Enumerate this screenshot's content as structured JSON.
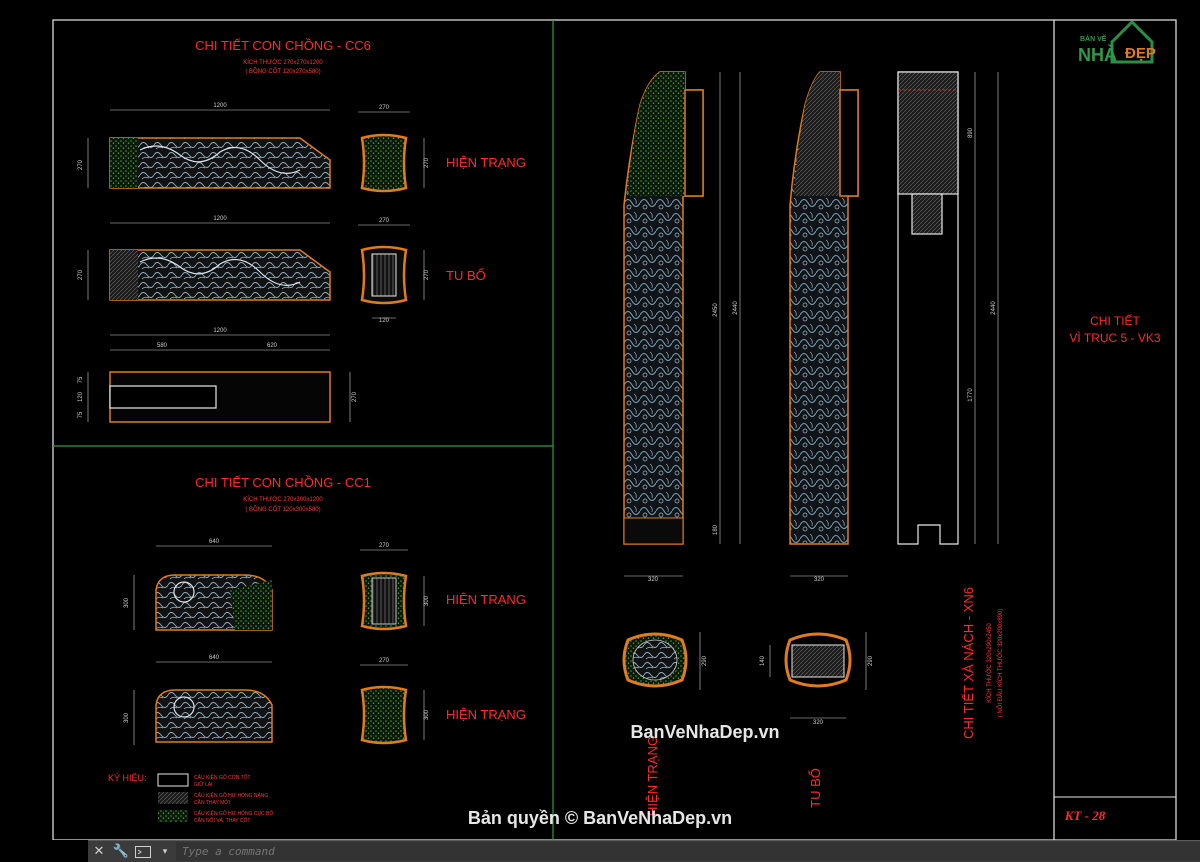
{
  "sheet_code": "KT - 28",
  "title_block": {
    "line1": "CHI TIẾT",
    "line2": "VÌ TRỤC 5 - VK3"
  },
  "logo": {
    "small": "BẢN VẼ",
    "main": "NHÀ",
    "suffix": "ĐẸP"
  },
  "cc6": {
    "title": "CHI TIẾT CON CHỒNG - CC6",
    "sub1": "KÍCH THƯỚC 270x270x1200",
    "sub2": "( BỒNG CỐT 120x270x580)",
    "label_current": "HIỆN TRẠNG",
    "label_restore": "TU BỔ",
    "dim_1200": "1200",
    "dim_270": "270",
    "dim_120": "120",
    "dim_580": "580",
    "dim_620": "620",
    "dim_75": "75"
  },
  "cc1": {
    "title": "CHI TIẾT CON CHỒNG - CC1",
    "sub1": "KÍCH THƯỚC 270x300x1200",
    "sub2": "( BỒNG CỐT 120x300x580)",
    "label_current_1": "HIỆN TRẠNG",
    "label_current_2": "HIỆN TRẠNG",
    "dim_top": "640",
    "dim_270": "270",
    "dim_300": "300"
  },
  "legend": {
    "title": "KÝ HIỆU:",
    "items": [
      {
        "line1": "CẤU KIỆN GỖ CÒN TỐT",
        "line2": "GIỮ LẠI"
      },
      {
        "line1": "CẤU KIỆN GỖ HƯ HỎNG NẶNG",
        "line2": "CẦN THAY MỚI"
      },
      {
        "line1": "CẤU KIỆN GỖ HƯ HỎNG CỤC BỘ",
        "line2": "CẦN NỐI VÁ, THAY CỐT"
      }
    ]
  },
  "xn6": {
    "title": "CHI TIẾT XÀ NÁCH - XN6",
    "sub1": "KÍCH THƯỚC 320x290x2450",
    "sub2": "( NỐI ĐẦU KÍCH THƯỚC 320x290x890)",
    "label_current": "HIỆN TRẠNG",
    "label_restore": "TU BỔ",
    "dim_2450": "2450",
    "dim_2440": "2440",
    "dim_890": "890",
    "dim_1770": "1770",
    "dim_320": "320",
    "dim_290": "290",
    "dim_180": "180",
    "dim_140": "140"
  },
  "watermark": "BanVeNhaDep.vn",
  "copyright": "Bản quyền © BanVeNhaDep.vn",
  "command": {
    "placeholder": "Type a command"
  }
}
